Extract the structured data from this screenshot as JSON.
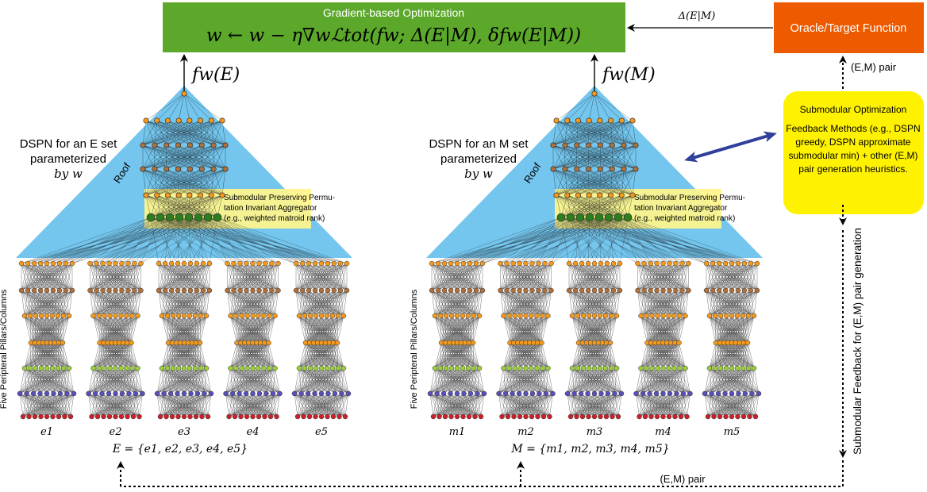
{
  "optimization": {
    "title": "Gradient-based Optimization",
    "update_rule": "w ← w − η∇wℒtot(fw; Δ(E|M), δfw(E|M))",
    "color": "#5ca82a"
  },
  "oracle": {
    "label": "Oracle/Target Function",
    "color": "#ee5a00"
  },
  "delta_label": "Δ(E|M)",
  "em_pair_top": "(E,M) pair",
  "em_pair_bottom": "(E,M) pair",
  "feedback_side_label": "Submodular Feedback for (E,M) pair generation",
  "feedback_box": {
    "lines": [
      "Submodular Optimization",
      "Feedback Methods (e.g., DSPN",
      "greedy, DSPN approximate",
      "submodular min) + other (E,M)",
      "pair generation heuristics."
    ],
    "color": "#fff200"
  },
  "dspn_left": {
    "output": "fw(E)",
    "caption": [
      "DSPN for an E set",
      "parameterized",
      "by w"
    ],
    "roof": "Roof",
    "aggregator": [
      "Submodular Preserving Permu-",
      "tation Invariant Aggregator",
      "(e.g., weighted matroid rank)"
    ],
    "pillars_label": "Five Peripteral Pillars/Columns",
    "element_labels": [
      "e1",
      "e2",
      "e3",
      "e4",
      "e5"
    ],
    "set_label": "E = {e1, e2, e3, e4, e5}"
  },
  "dspn_right": {
    "output": "fw(M)",
    "caption": [
      "DSPN for an M set",
      "parameterized",
      "by w"
    ],
    "roof": "Roof",
    "aggregator": [
      "Submodular Preserving Permu-",
      "tation Invariant Aggregator",
      "(e.g., weighted matroid rank)"
    ],
    "pillars_label": "Five Peripteral Pillars/Columns",
    "element_labels": [
      "m1",
      "m2",
      "m3",
      "m4",
      "m5"
    ],
    "set_label": "M = {m1, m2, m3, m4, m5}"
  },
  "colors": {
    "roof": "#74c6ee",
    "aggregator_band": "#fff58a",
    "node_orange": "#f39a1e",
    "node_brown": "#b0703a",
    "node_green": "#9ccf3c",
    "node_blue": "#5a4fb8",
    "node_red": "#c9202a",
    "node_dark_green": "#2e7d1e",
    "double_arrow": "#2f3f9a"
  }
}
